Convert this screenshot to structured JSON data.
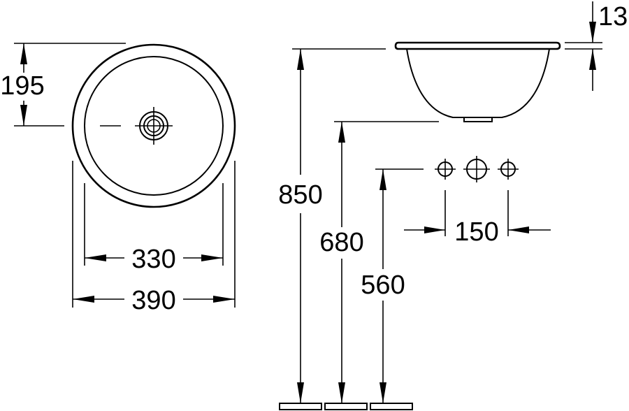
{
  "dimensions": {
    "offset_195": "195",
    "inner_330": "330",
    "outer_390": "390",
    "height_850": "850",
    "height_680": "680",
    "height_560": "560",
    "spacing_150": "150",
    "rim_13": "13"
  }
}
